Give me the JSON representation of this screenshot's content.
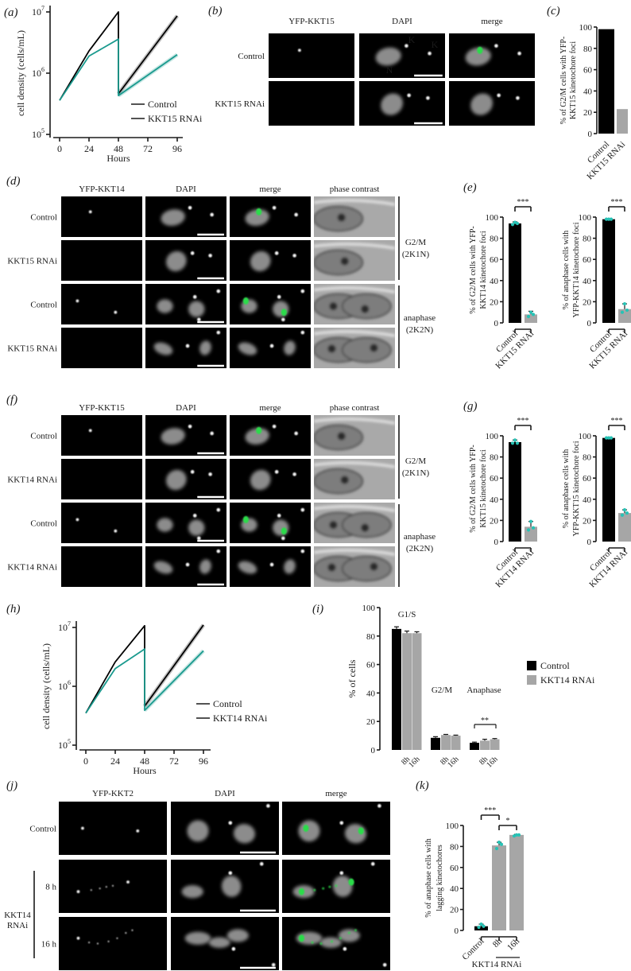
{
  "colors": {
    "control": "#000000",
    "rnai_line": "#1a9a8e",
    "rnai_bar": "#a6a6a6",
    "replicate_points": "#27c2b5",
    "merge_green": "#2bdc4a",
    "phase_background": "#a9a9a9"
  },
  "micrographs": {
    "b": {
      "label": "(b)",
      "columns": [
        "YFP-KKT15",
        "DAPI",
        "merge"
      ],
      "rows": [
        "Control",
        "KKT15 RNAi"
      ],
      "annotations": [
        "K",
        "K",
        "N"
      ]
    },
    "d": {
      "label": "(d)",
      "columns": [
        "YFP-KKT14",
        "DAPI",
        "merge",
        "phase contrast"
      ],
      "rows": [
        "Control",
        "KKT15 RNAi",
        "Control",
        "KKT15 RNAi"
      ],
      "stages": [
        {
          "name": "G2/M",
          "sub": "(2K1N)"
        },
        {
          "name": "anaphase",
          "sub": "(2K2N)"
        }
      ]
    },
    "f": {
      "label": "(f)",
      "columns": [
        "YFP-KKT15",
        "DAPI",
        "merge",
        "phase contrast"
      ],
      "rows": [
        "Control",
        "KKT14 RNAi",
        "Control",
        "KKT14 RNAi"
      ],
      "stages": [
        {
          "name": "G2/M",
          "sub": "(2K1N)"
        },
        {
          "name": "anaphase",
          "sub": "(2K2N)"
        }
      ]
    },
    "j": {
      "label": "(j)",
      "columns": [
        "YFP-KKT2",
        "DAPI",
        "merge"
      ],
      "rows": [
        "Control",
        "8 h",
        "16 h"
      ],
      "group": [
        "KKT14",
        "RNAi"
      ]
    }
  },
  "chart_data": [
    {
      "panel": "(a)",
      "type": "line",
      "xlabel": "Hours",
      "ylabel": "cell density (cells/mL)",
      "yscale": "log",
      "xlim": [
        0,
        96
      ],
      "ylim": [
        100000,
        10000000
      ],
      "xticks": [
        0,
        24,
        48,
        72,
        96
      ],
      "yticks": [
        {
          "base": "10",
          "exp": "5",
          "value": 100000
        },
        {
          "base": "10",
          "exp": "6",
          "value": 1000000
        },
        {
          "base": "10",
          "exp": "7",
          "value": 10000000
        }
      ],
      "legend": "right",
      "grid": false,
      "series": [
        {
          "name": "Control",
          "color": "#000000",
          "points": [
            [
              0,
              360000
            ],
            [
              24,
              2300000
            ],
            [
              48,
              10000000
            ],
            [
              48,
              460000
            ],
            [
              96,
              8600000
            ]
          ]
        },
        {
          "name": "KKT15 RNAi",
          "color": "#1a9a8e",
          "points": [
            [
              0,
              360000
            ],
            [
              24,
              1900000
            ],
            [
              48,
              3600000
            ],
            [
              48,
              430000
            ],
            [
              96,
              2000000
            ]
          ]
        }
      ]
    },
    {
      "panel": "(c)",
      "type": "bar",
      "ylabel_lines": [
        "% of G2/M cells with YFP-",
        "KKT15 kinetochore foci"
      ],
      "ylim": [
        0,
        100
      ],
      "yticks": [
        0,
        20,
        40,
        60,
        80,
        100
      ],
      "categories": [
        "Control",
        "KKT15 RNAi"
      ],
      "values": [
        98,
        23
      ],
      "colors": [
        "#000000",
        "#a6a6a6"
      ]
    },
    {
      "panel": "(e)",
      "type": "bar",
      "ylabel_lines": [
        "% of G2/M cells with YFP-",
        "KKT14 kinetochore foci"
      ],
      "ylim": [
        0,
        100
      ],
      "yticks": [
        0,
        20,
        40,
        60,
        80,
        100
      ],
      "categories": [
        "Control",
        "KKT15 RNAi"
      ],
      "values": [
        94,
        8
      ],
      "errors": [
        1.5,
        3
      ],
      "points": [
        [
          93,
          95,
          94
        ],
        [
          6,
          10,
          8
        ]
      ],
      "colors": [
        "#000000",
        "#a6a6a6"
      ],
      "significance": [
        {
          "from": 0,
          "to": 1,
          "label": "***"
        }
      ]
    },
    {
      "panel": "",
      "type": "bar",
      "ylabel_lines": [
        "% of anaphase cells with",
        "YFP-KKT14 kinetochore foci"
      ],
      "ylim": [
        0,
        100
      ],
      "yticks": [
        0,
        20,
        40,
        60,
        80,
        100
      ],
      "categories": [
        "Control",
        "KKT15 RNAi"
      ],
      "values": [
        98,
        13
      ],
      "errors": [
        0.5,
        5
      ],
      "points": [
        [
          98,
          98,
          98
        ],
        [
          10,
          18,
          12
        ]
      ],
      "colors": [
        "#000000",
        "#a6a6a6"
      ],
      "significance": [
        {
          "from": 0,
          "to": 1,
          "label": "***"
        }
      ]
    },
    {
      "panel": "(g)",
      "type": "bar",
      "ylabel_lines": [
        "% of G2/M cells with YFP-",
        "KKT15 kinetochore foci"
      ],
      "ylim": [
        0,
        100
      ],
      "yticks": [
        0,
        20,
        40,
        60,
        80,
        100
      ],
      "categories": [
        "Control",
        "KKT14 RNAi"
      ],
      "values": [
        94,
        14
      ],
      "errors": [
        2,
        5
      ],
      "points": [
        [
          93,
          96,
          93
        ],
        [
          11,
          19,
          13
        ]
      ],
      "colors": [
        "#000000",
        "#a6a6a6"
      ],
      "significance": [
        {
          "from": 0,
          "to": 1,
          "label": "***"
        }
      ]
    },
    {
      "panel": "",
      "type": "bar",
      "ylabel_lines": [
        "% of anaphase cells with",
        "YFP-KKT15 kinetochore foci"
      ],
      "ylim": [
        0,
        100
      ],
      "yticks": [
        0,
        20,
        40,
        60,
        80,
        100
      ],
      "categories": [
        "Control",
        "KKT14 RNAi"
      ],
      "values": [
        98,
        27
      ],
      "errors": [
        0.5,
        3
      ],
      "points": [
        [
          98,
          98,
          98
        ],
        [
          25,
          30,
          27
        ]
      ],
      "colors": [
        "#000000",
        "#a6a6a6"
      ],
      "significance": [
        {
          "from": 0,
          "to": 1,
          "label": "***"
        }
      ]
    },
    {
      "panel": "(h)",
      "type": "line",
      "xlabel": "Hours",
      "ylabel": "cell density (cells/mL)",
      "yscale": "log",
      "xlim": [
        0,
        96
      ],
      "ylim": [
        100000,
        10000000
      ],
      "xticks": [
        0,
        24,
        48,
        72,
        96
      ],
      "yticks": [
        {
          "base": "10",
          "exp": "5",
          "value": 100000
        },
        {
          "base": "10",
          "exp": "6",
          "value": 1000000
        },
        {
          "base": "10",
          "exp": "7",
          "value": 10000000
        }
      ],
      "legend": "right",
      "grid": false,
      "series": [
        {
          "name": "Control",
          "color": "#000000",
          "points": [
            [
              0,
              350000
            ],
            [
              24,
              2600000
            ],
            [
              48,
              10700000
            ],
            [
              48,
              460000
            ],
            [
              96,
              11000000
            ]
          ]
        },
        {
          "name": "KKT14 RNAi",
          "color": "#1a9a8e",
          "points": [
            [
              0,
              350000
            ],
            [
              24,
              2000000
            ],
            [
              48,
              4300000
            ],
            [
              48,
              390000
            ],
            [
              96,
              4000000
            ]
          ]
        }
      ]
    },
    {
      "panel": "(i)",
      "type": "bar",
      "ylabel": "% of cells",
      "ylim": [
        0,
        100
      ],
      "yticks": [
        0,
        20,
        40,
        60,
        80,
        100
      ],
      "groups": [
        "G1/S",
        "G2/M",
        "Anaphase"
      ],
      "timepoints": [
        "8h",
        "16h"
      ],
      "legend": "right",
      "series": [
        {
          "name": "Control",
          "color": "#000000",
          "values": [
            85,
            8.5,
            5
          ],
          "errors": [
            1.5,
            0.8,
            0.5
          ]
        },
        {
          "name": "KKT14 RNAi",
          "color": "#a6a6a6",
          "values_8h": [
            82,
            10.5,
            6.5
          ],
          "values_16h": [
            82,
            10,
            7.5
          ],
          "errors_8h": [
            1.5,
            0.4,
            1
          ],
          "errors_16h": [
            1,
            0.4,
            0.5
          ]
        }
      ],
      "significance": [
        {
          "group": "Anaphase",
          "from": "Control",
          "to": "16h",
          "label": "**"
        }
      ]
    },
    {
      "panel": "(k)",
      "type": "bar",
      "ylabel_lines": [
        "% of anaphase cells with",
        "lagging kinetochores"
      ],
      "ylim": [
        0,
        100
      ],
      "yticks": [
        0,
        20,
        40,
        60,
        80,
        100
      ],
      "categories": [
        "Control",
        "8h",
        "16h"
      ],
      "group_label": "KKT14 RNAi",
      "values": [
        4,
        81,
        91
      ],
      "errors": [
        2,
        3,
        0.5
      ],
      "points": [
        [
          3,
          6,
          4
        ],
        [
          78,
          84,
          82
        ],
        [
          90,
          91,
          91
        ]
      ],
      "colors": [
        "#000000",
        "#a6a6a6",
        "#a6a6a6"
      ],
      "significance": [
        {
          "from": 0,
          "to": 1,
          "label": "***"
        },
        {
          "from": 1,
          "to": 2,
          "label": "*"
        }
      ]
    }
  ]
}
